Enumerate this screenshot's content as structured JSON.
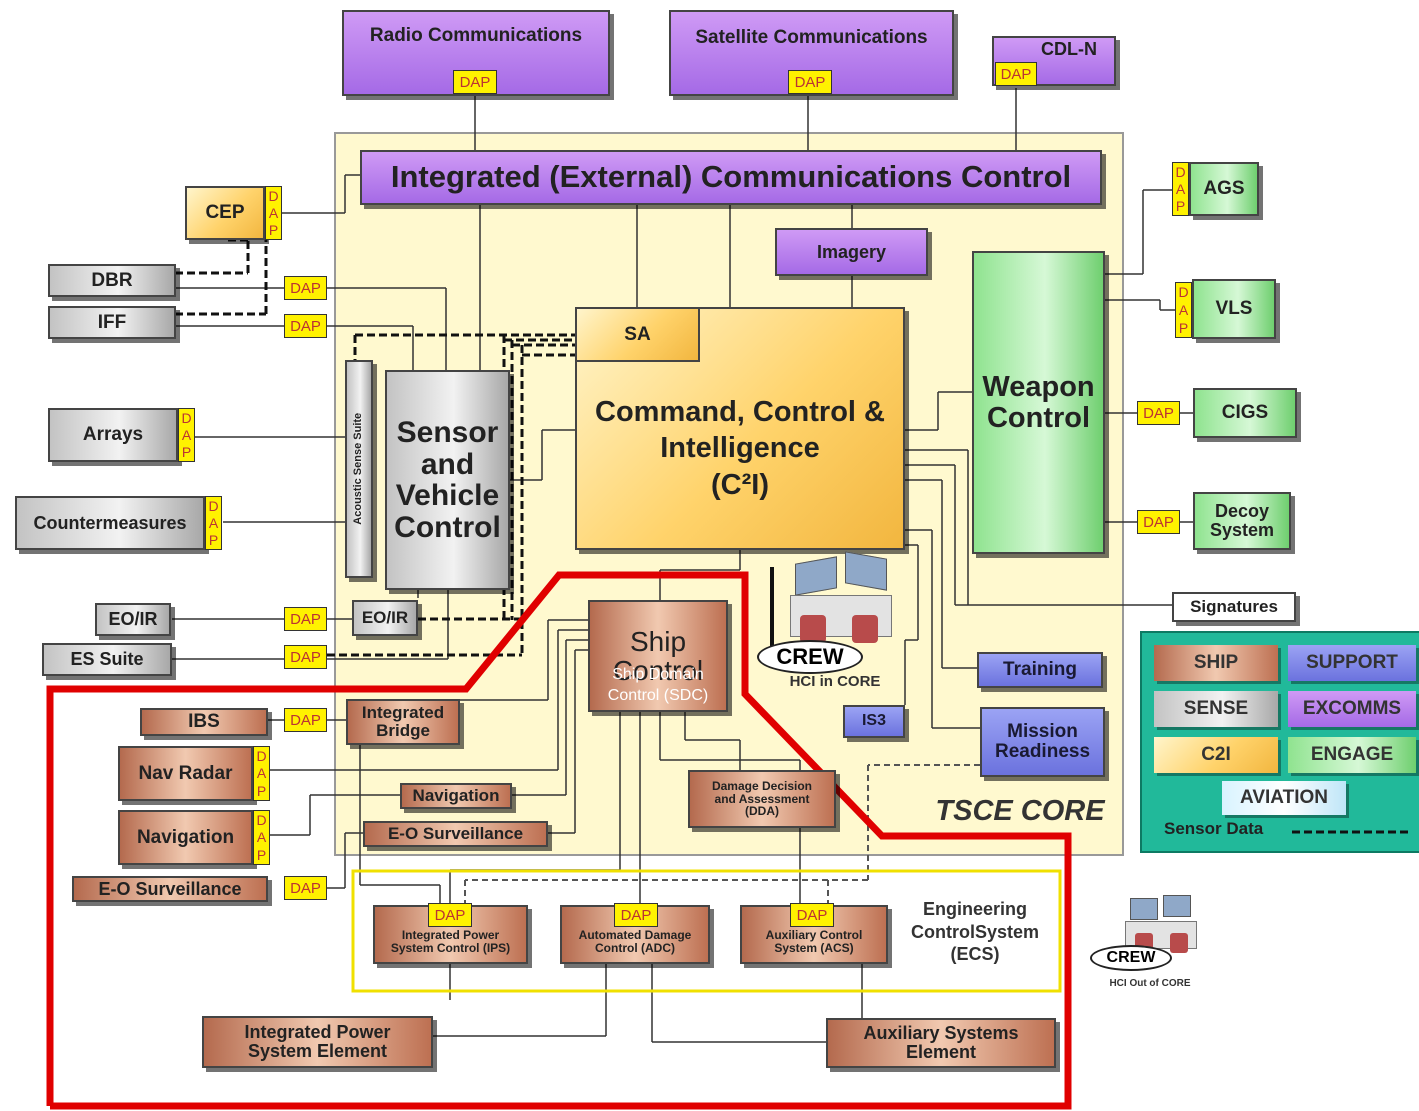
{
  "external": {
    "radio": "Radio Communications",
    "satellite": "Satellite Communications",
    "cdln": "CDL-N",
    "cep": "CEP",
    "dbr": "DBR",
    "iff": "IFF",
    "arrays": "Arrays",
    "countermeasures": "Countermeasures",
    "eoir": "EO/IR",
    "es_suite": "ES Suite",
    "ibs": "IBS",
    "nav_radar": "Nav Radar",
    "navigation": "Navigation",
    "eo_surveillance": "E-O Surveillance",
    "ags": "AGS",
    "vls": "VLS",
    "cigs": "CIGS",
    "decoy_line1": "Decoy",
    "decoy_line2": "System",
    "signatures": "Signatures"
  },
  "core": {
    "iecc": "Integrated (External) Communications Control",
    "imagery": "Imagery",
    "sa": "SA",
    "c2i_line1": "Command, Control &",
    "c2i_line2": "Intelligence",
    "c2i_line3": "(C²I)",
    "acoustic": "Acoustic Sense Suite",
    "svc_line1": "Sensor",
    "svc_line2": "and",
    "svc_line3": "Vehicle",
    "svc_line4": "Control",
    "weapon_line1": "Weapon",
    "weapon_line2": "Control",
    "eoir_inner": "EO/IR",
    "ship_control_line1": "Ship",
    "ship_control_line2": "Control",
    "sdc_line1": "Ship Domain",
    "sdc_line2": "Control (SDC)",
    "integrated_bridge_line1": "Integrated",
    "integrated_bridge_line2": "Bridge",
    "navigation_inner": "Navigation",
    "eo_surveillance_inner": "E-O Surveillance",
    "dda_line1": "Damage Decision",
    "dda_line2": "and Assessment",
    "dda_line3": "(DDA)",
    "training": "Training",
    "is3": "IS3",
    "mission_line1": "Mission",
    "mission_line2": "Readiness",
    "crew_in": "CREW",
    "hci_in": "HCI in CORE",
    "tsce": "TSCE CORE"
  },
  "ecs": {
    "ips_line1": "Integrated Power",
    "ips_line2": "System Control (IPS)",
    "adc_line1": "Automated Damage",
    "adc_line2": "Control (ADC)",
    "acs_line1": "Auxiliary Control",
    "acs_line2": "System (ACS)",
    "title_line1": "Engineering",
    "title_line2": "ControlSystem",
    "title_line3": "(ECS)",
    "ipse_line1": "Integrated Power",
    "ipse_line2": "System Element",
    "ase_line1": "Auxiliary Systems",
    "ase_line2": "Element",
    "crew_out": "CREW",
    "hci_out": "HCI Out of CORE"
  },
  "dap": "DAP",
  "dap_letters": [
    "D",
    "A",
    "P"
  ],
  "legend": {
    "ship": "SHIP",
    "support": "SUPPORT",
    "sense": "SENSE",
    "excomms": "EXCOMMS",
    "c2i": "C2I",
    "engage": "ENGAGE",
    "aviation": "AVIATION",
    "sensor_data": "Sensor Data"
  },
  "colors": {
    "core_background": "#fff9cf",
    "boundary_red": "#e00000",
    "ecs_outline": "#f0e000",
    "legend_background": "#21b99a"
  }
}
